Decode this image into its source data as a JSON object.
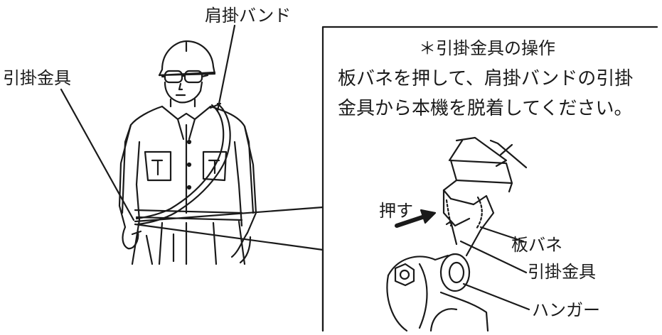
{
  "labels": {
    "shoulder_band": "肩掛バンド",
    "hook_fitting_left": "引掛金具",
    "push": "押す",
    "leaf_spring": "板バネ",
    "hook_fitting_right": "引掛金具",
    "hanger": "ハンガー"
  },
  "callout": {
    "title": "＊引掛金具の操作",
    "instruction_line1": "板バネを押して、肩掛バンドの引掛",
    "instruction_line2": "金具から本機を脱着してください。"
  }
}
